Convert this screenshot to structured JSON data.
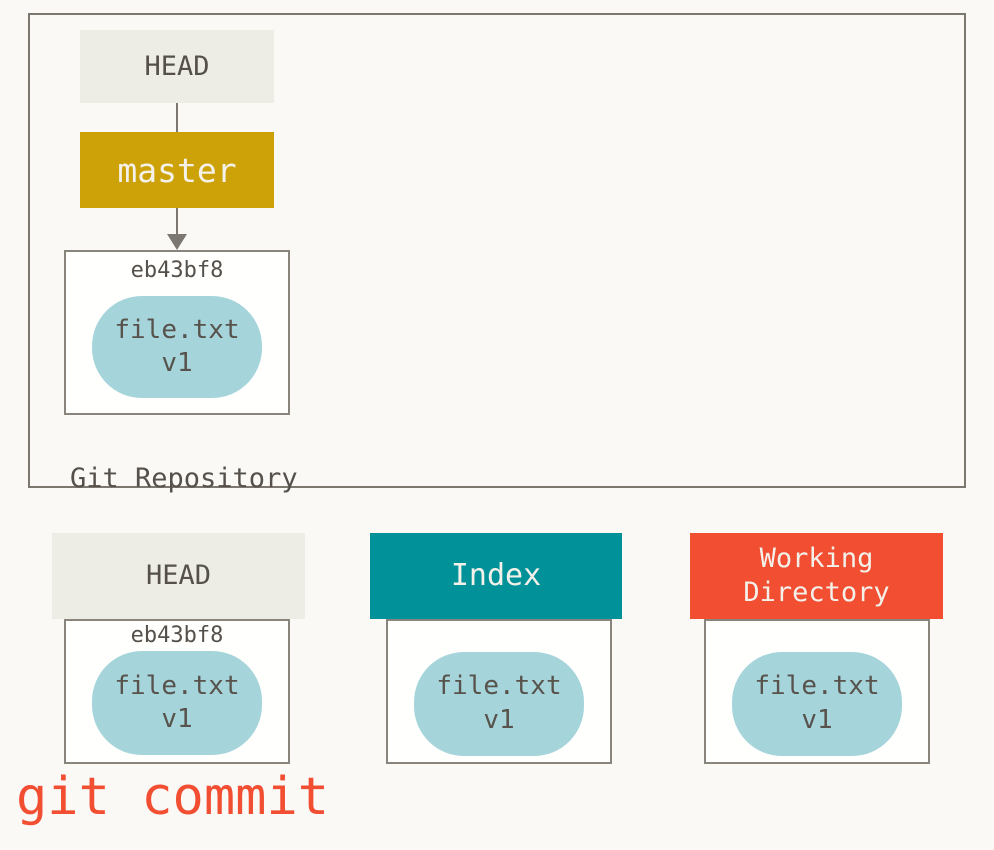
{
  "repo": {
    "label": "Git Repository",
    "head_label": "HEAD",
    "branch_label": "master",
    "commit": {
      "hash": "eb43bf8",
      "file": "file.txt",
      "version": "v1"
    }
  },
  "columns": [
    {
      "id": "head",
      "label": "HEAD",
      "hash": "eb43bf8",
      "file": "file.txt",
      "version": "v1"
    },
    {
      "id": "index",
      "label": "Index",
      "file": "file.txt",
      "version": "v1"
    },
    {
      "id": "working-directory",
      "label": "Working Directory",
      "file": "file.txt",
      "version": "v1"
    }
  ],
  "caption": {
    "text": "git commit"
  },
  "colors": {
    "background": "#faf9f6",
    "box_border": "#7d786f",
    "head_beige": "#eeede5",
    "branch_gold": "#cda209",
    "index_teal": "#009199",
    "working_red": "#f14e32",
    "blob_teal": "#a5d4db",
    "text_dark": "#55504a",
    "text_light": "#f4f1ea",
    "arrow_gray": "#7c7770",
    "caption_red": "#f14e32"
  }
}
